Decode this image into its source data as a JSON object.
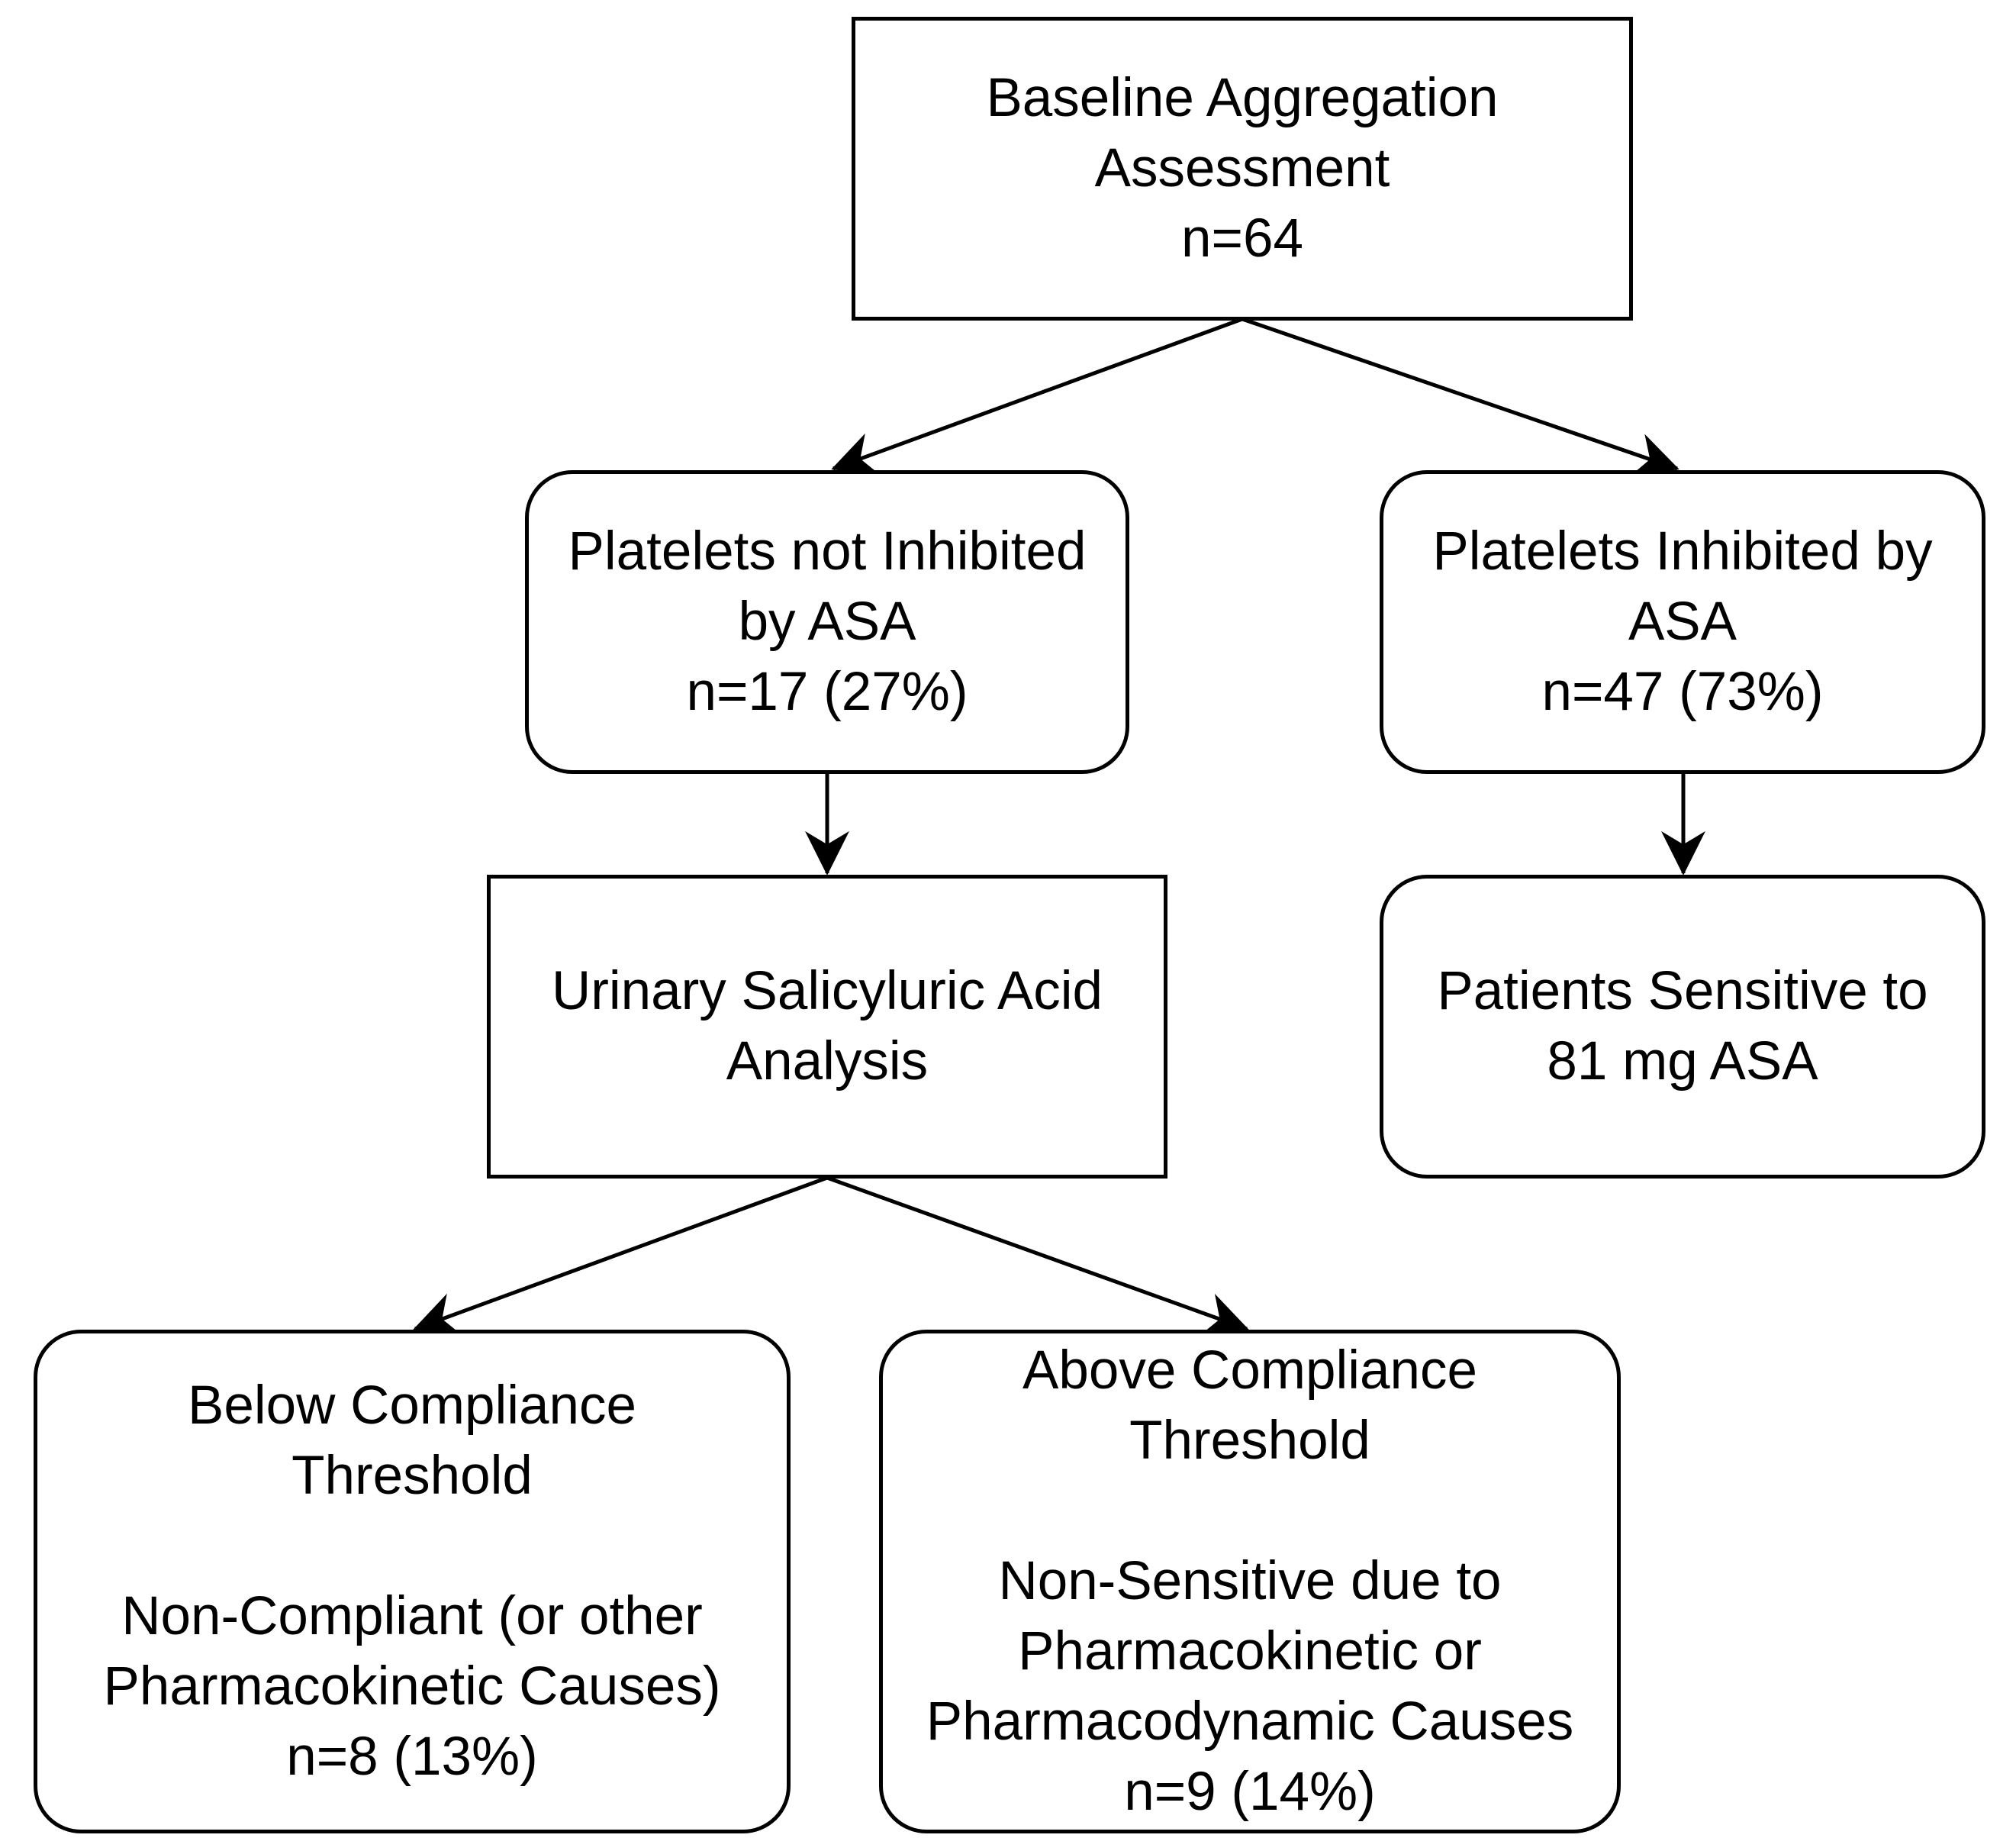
{
  "nodes": {
    "baseline": {
      "lines": [
        "Baseline Aggregation",
        "Assessment",
        "n=64"
      ]
    },
    "not_inhibited": {
      "lines": [
        "Platelets not Inhibited",
        "by ASA",
        "n=17 (27%)"
      ]
    },
    "inhibited": {
      "lines": [
        "Platelets Inhibited by",
        "ASA",
        "n=47 (73%)"
      ]
    },
    "urinary": {
      "lines": [
        "Urinary Salicyluric Acid",
        "Analysis"
      ]
    },
    "sensitive": {
      "lines": [
        "Patients Sensitive to",
        "81 mg ASA"
      ]
    },
    "below": {
      "heading": [
        "Below Compliance",
        "Threshold"
      ],
      "detail": [
        "Non-Compliant (or other",
        "Pharmacokinetic Causes)",
        "n=8 (13%)"
      ]
    },
    "above": {
      "heading": [
        "Above Compliance",
        "Threshold"
      ],
      "detail": [
        "Non-Sensitive due to",
        "Pharmacokinetic or",
        "Pharmacodynamic Causes",
        "n=9 (14%)"
      ]
    }
  }
}
